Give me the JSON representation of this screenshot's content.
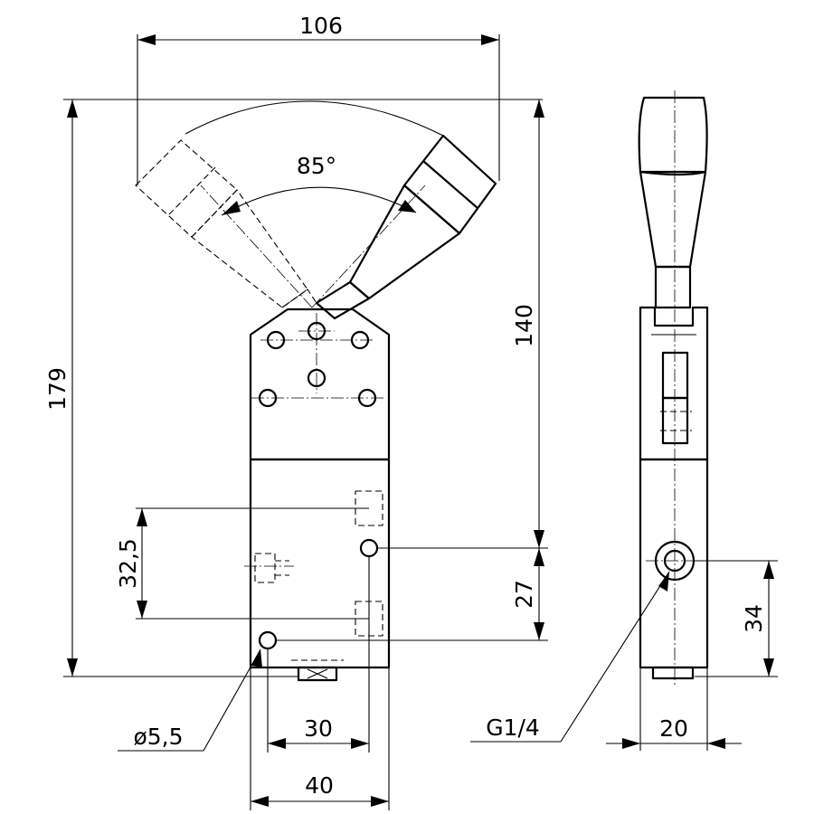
{
  "drawing": {
    "views": [
      "front-view",
      "side-view"
    ],
    "dimensions": {
      "overall_width_swing": "106",
      "swing_angle": "85°",
      "overall_height": "179",
      "pivot_to_port": "140",
      "port_spacing": "32,5",
      "port_to_base": "27",
      "hole_diameter": "ø5,5",
      "hole_spacing": "30",
      "body_width": "40",
      "thread_port": "G1/4",
      "side_port_height": "34",
      "side_body_width": "20"
    }
  }
}
